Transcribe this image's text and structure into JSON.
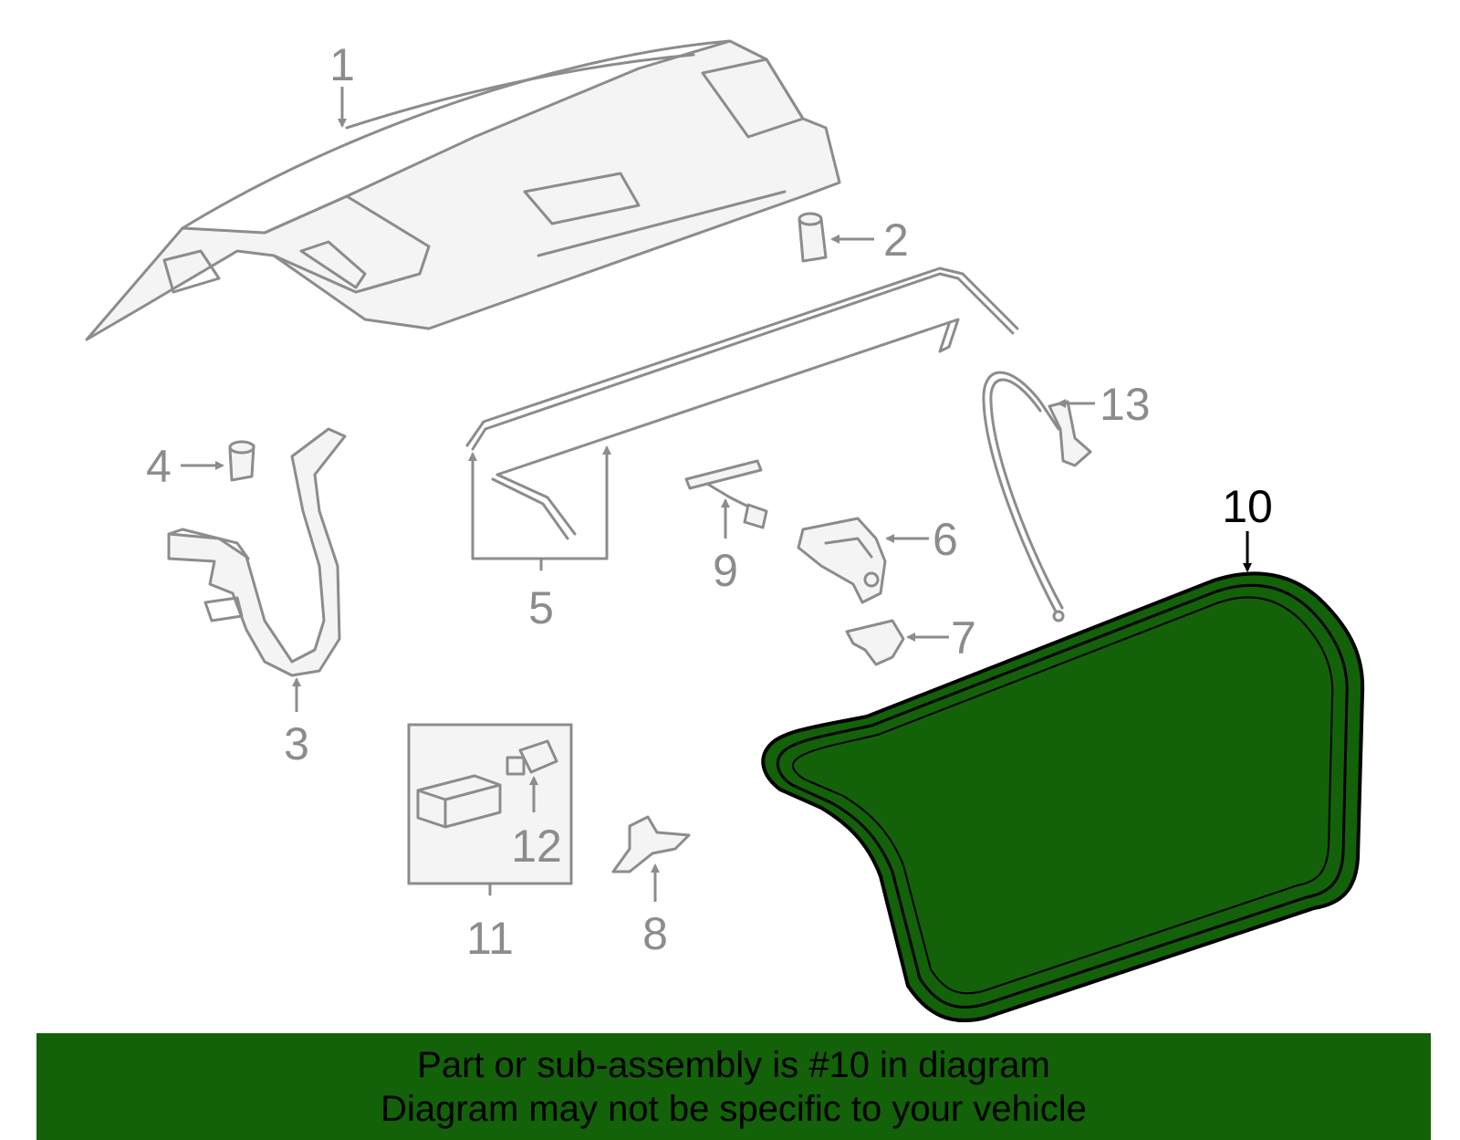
{
  "diagram": {
    "highlight_color": "#136109",
    "line_color": "#8c8c8c",
    "callouts": [
      {
        "id": "1",
        "label": "1"
      },
      {
        "id": "2",
        "label": "2"
      },
      {
        "id": "3",
        "label": "3"
      },
      {
        "id": "4",
        "label": "4"
      },
      {
        "id": "5",
        "label": "5"
      },
      {
        "id": "6",
        "label": "6"
      },
      {
        "id": "7",
        "label": "7"
      },
      {
        "id": "8",
        "label": "8"
      },
      {
        "id": "9",
        "label": "9"
      },
      {
        "id": "10",
        "label": "10"
      },
      {
        "id": "11",
        "label": "11"
      },
      {
        "id": "12",
        "label": "12"
      },
      {
        "id": "13",
        "label": "13"
      }
    ]
  },
  "banner": {
    "line1": "Part or sub-assembly is #10 in diagram",
    "line2": "Diagram may not be specific to your vehicle"
  }
}
